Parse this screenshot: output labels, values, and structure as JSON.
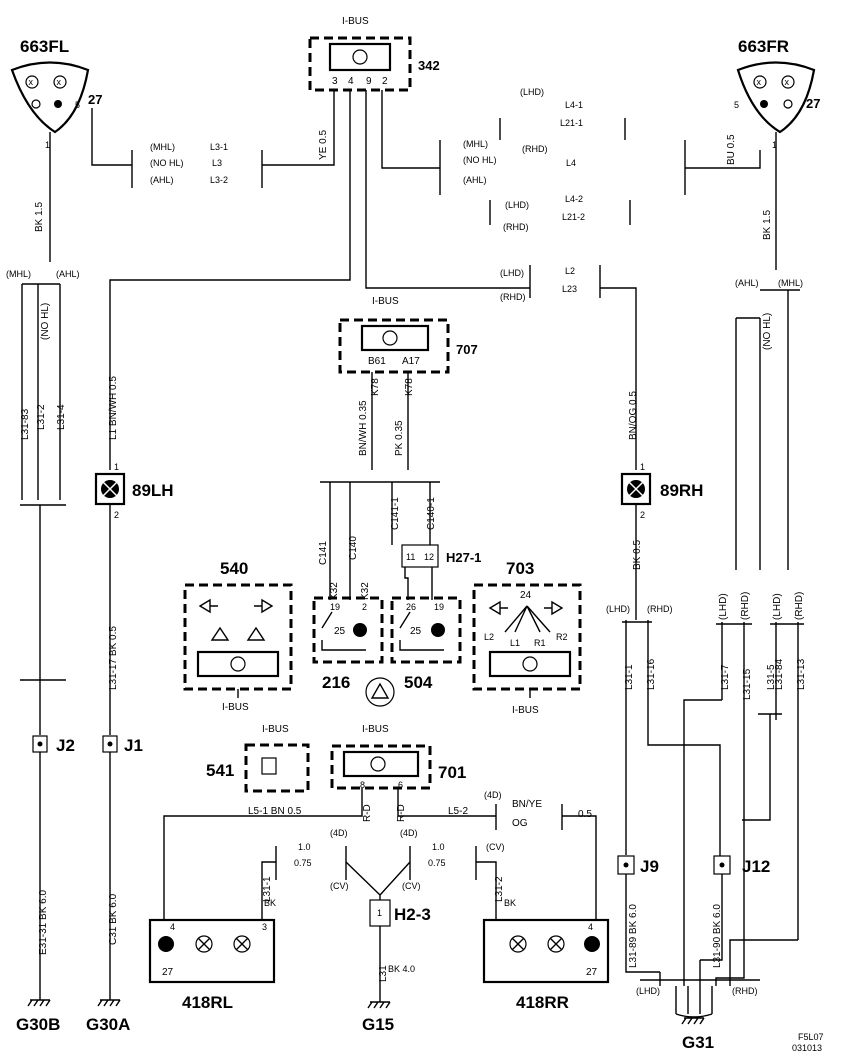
{
  "components": {
    "lamp_fl": {
      "id": "663FL",
      "pin": "27",
      "pin_a": "5",
      "pin_b": "1"
    },
    "lamp_fr": {
      "id": "663FR",
      "pin": "27",
      "pin_a": "5",
      "pin_b": "1"
    },
    "module_342": {
      "id": "342",
      "bus": "I-BUS",
      "pins": [
        "3",
        "4",
        "9",
        "2"
      ]
    },
    "module_707": {
      "id": "707",
      "bus": "I-BUS",
      "pin_left": "B61",
      "pin_right": "A17"
    },
    "lamp_89lh": {
      "id": "89LH",
      "pin_top": "1",
      "pin_bot": "2"
    },
    "lamp_89rh": {
      "id": "89RH",
      "pin_top": "1",
      "pin_bot": "2"
    },
    "module_540": {
      "id": "540",
      "bus": "I-BUS"
    },
    "switch_216": {
      "id": "216",
      "pin_a": "19",
      "pin_b": "2",
      "pin_c": "25"
    },
    "switch_504": {
      "id": "504",
      "pin_a": "26",
      "pin_b": "19",
      "pin_c": "25"
    },
    "conn_h27": {
      "id": "H27-1",
      "pin_a": "11",
      "pin_b": "12"
    },
    "module_703": {
      "id": "703",
      "bus": "I-BUS",
      "top": "24",
      "l2": "L2",
      "l1": "L1",
      "r1": "R1",
      "r2": "R2"
    },
    "module_541": {
      "id": "541",
      "bus": "I-BUS"
    },
    "module_701": {
      "id": "701",
      "bus": "I-BUS",
      "pin_a": "8",
      "pin_b": "6"
    },
    "lamp_418rl": {
      "id": "418RL",
      "pin_a": "4",
      "pin_b": "3",
      "pin_c": "27"
    },
    "lamp_418rr": {
      "id": "418RR",
      "pin_a": "4",
      "pin_c": "27"
    },
    "conn_h23": {
      "id": "H2-3",
      "pin": "1"
    },
    "junction_j1": {
      "id": "J1"
    },
    "junction_j2": {
      "id": "J2"
    },
    "junction_j9": {
      "id": "J9"
    },
    "junction_j12": {
      "id": "J12"
    }
  },
  "grounds": {
    "g30b": "G30B",
    "g30a": "G30A",
    "g15": "G15",
    "g31": "G31"
  },
  "wire_labels": {
    "mhl": "(MHL)",
    "nohl": "(NO HL)",
    "ahl": "(AHL)",
    "l3_1": "L3-1",
    "l3": "L3",
    "l3_2": "L3-2",
    "ye05": "YE 0.5",
    "lhd": "(LHD)",
    "rhd": "(RHD)",
    "l4_1": "L4-1",
    "l21_1": "L21-1",
    "l4": "L4",
    "l4_2": "L4-2",
    "l21_2": "L21-2",
    "bu05": "BU 0.5",
    "bk15": "BK 1.5",
    "l2": "L2",
    "l23": "L23",
    "l31_83": "L31-83",
    "l31_2": "L31-2",
    "l31_4": "L31-4",
    "l1_bnwh": "L1 BN/WH 0.5",
    "bnwh035": "BN/WH 0.35",
    "k78a": "K78",
    "k78b": "K78",
    "pk035": "PK 0.35",
    "bnog05": "BN/OG 0.5",
    "c141": "C141",
    "c140": "C140",
    "c141_1": "C141-1",
    "c140_1": "C140-1",
    "k32a": "K32",
    "k32b": "K32",
    "l31_17": "L31-17  BK  0.5",
    "bk05": "BK  0.5",
    "l31_1": "L31-1",
    "l31_16": "L31-16",
    "l31_7": "L31-7",
    "l31_15": "L31-15",
    "l31_84": "L31-84",
    "l31_13": "L31-13",
    "l31_5": "L31-5",
    "e31_31": "E31-31  BK  6.0",
    "c31": "C31  BK  6.0",
    "l31_89": "L31-89  BK  6.0",
    "l31_90": "L31-90  BK  6.0",
    "l5_1": "L5-1  BN  0.5",
    "l5_2": "L5-2",
    "rd_a": "R-D",
    "rd_b": "R-D",
    "fourd": "(4D)",
    "cv": "(CV)",
    "bnye": "BN/YE",
    "og": "OG",
    "v05": "0.5",
    "v10": "1.0",
    "v075": "0.75",
    "l31_1bk": "L31-1",
    "l31_2bk": "L31-2",
    "bk": "BK",
    "l31bk40": "L31",
    "bk40": "BK 4.0",
    "f": "F"
  },
  "footer": {
    "code1": "F5L07",
    "code2": "031013"
  }
}
